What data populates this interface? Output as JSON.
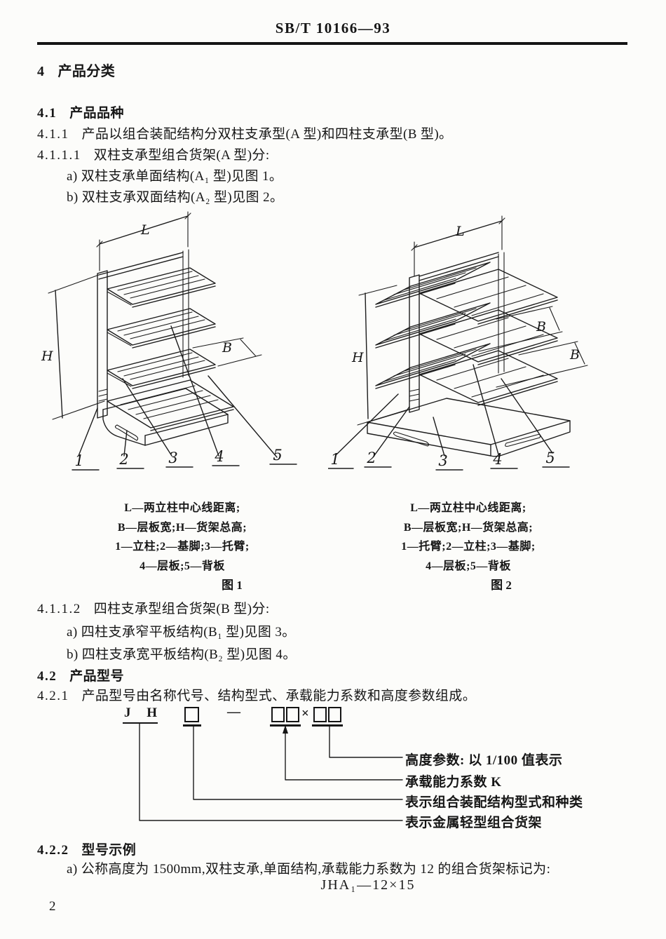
{
  "doc": {
    "standard_number": "SB/T 10166—93",
    "page_number": "2"
  },
  "colors": {
    "ink": "#161616",
    "paper": "#fcfcfa"
  },
  "sections": {
    "h4_num": "4",
    "h4_title": "产品分类",
    "s41_num": "4.1",
    "s41_title": "产品品种",
    "s411_num": "4.1.1",
    "s411_text": "产品以组合装配结构分双柱支承型(A 型)和四柱支承型(B 型)。",
    "s4111_num": "4.1.1.1",
    "s4111_text": "双柱支承型组合货架(A 型)分:",
    "s4111_a": "a) 双柱支承单面结构(A₁ 型)见图 1。",
    "s4111_b": "b) 双柱支承双面结构(A₂ 型)见图 2。",
    "s4112_num": "4.1.1.2",
    "s4112_text": "四柱支承型组合货架(B 型)分:",
    "s4112_a": "a) 四柱支承窄平板结构(B₁ 型)见图 3。",
    "s4112_b": "b) 四柱支承宽平板结构(B₂ 型)见图 4。",
    "s42_num": "4.2",
    "s42_title": "产品型号",
    "s421_num": "4.2.1",
    "s421_text": "产品型号由名称代号、结构型式、承载能力系数和高度参数组成。",
    "s422_num": "4.2.2",
    "s422_title": "型号示例",
    "s422_a": "a) 公称高度为 1500mm,双柱支承,单面结构,承载能力系数为 12 的组合货架标记为:",
    "example_code": "JHA₁—12×15"
  },
  "figure1": {
    "dims": {
      "L": "L",
      "H": "H",
      "B": "B"
    },
    "parts": [
      "1",
      "2",
      "3",
      "4",
      "5"
    ],
    "caption_lines": [
      "L—两立柱中心线距离;",
      "B—层板宽;H—货架总高;",
      "1—立柱;2—基脚;3—托臂;",
      "4—层板;5—背板"
    ],
    "label": "图 1"
  },
  "figure2": {
    "dims": {
      "L": "L",
      "H": "H",
      "B1": "B",
      "B2": "B"
    },
    "parts": [
      "1",
      "2",
      "3",
      "4",
      "5"
    ],
    "caption_lines": [
      "L—两立柱中心线距离;",
      "B—层板宽;H—货架总高;",
      "1—托臂;2—立柱;3—基脚;",
      "4—层板;5—背板"
    ],
    "label": "图 2"
  },
  "model_diagram": {
    "prefix": "J H",
    "separator": "—",
    "multiply": "×",
    "labels": [
      "高度参数: 以 1/100 值表示",
      "承载能力系数 K",
      "表示组合装配结构型式和种类",
      "表示金属轻型组合货架"
    ]
  }
}
